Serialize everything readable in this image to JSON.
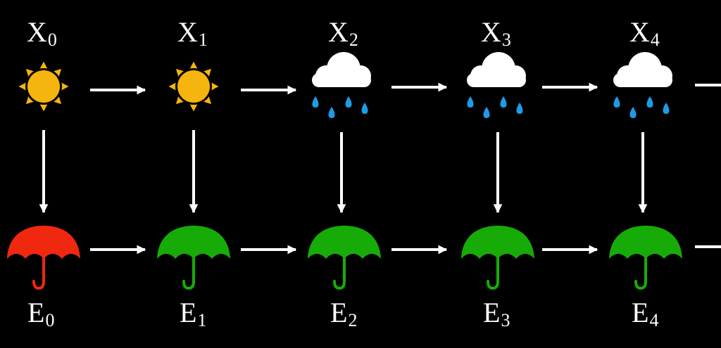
{
  "colors": {
    "background": "#000000",
    "arrow": "#ffffff",
    "sun_fill": "#f6b40e",
    "sun_stroke": "#000000",
    "cloud": "#ffffff",
    "rain": "#1e9be8",
    "umbrella_red": "#f0280f",
    "umbrella_green": "#17ab08"
  },
  "states": [
    {
      "label": "X",
      "sub": "0",
      "weather": "sun-icon"
    },
    {
      "label": "X",
      "sub": "1",
      "weather": "sun-icon"
    },
    {
      "label": "X",
      "sub": "2",
      "weather": "rain-cloud-icon"
    },
    {
      "label": "X",
      "sub": "3",
      "weather": "rain-cloud-icon"
    },
    {
      "label": "X",
      "sub": "4",
      "weather": "rain-cloud-icon"
    }
  ],
  "evidence": [
    {
      "label": "E",
      "sub": "0",
      "umbrella": "red-umbrella-icon"
    },
    {
      "label": "E",
      "sub": "1",
      "umbrella": "green-umbrella-icon"
    },
    {
      "label": "E",
      "sub": "2",
      "umbrella": "green-umbrella-icon"
    },
    {
      "label": "E",
      "sub": "3",
      "umbrella": "green-umbrella-icon"
    },
    {
      "label": "E",
      "sub": "4",
      "umbrella": "green-umbrella-icon"
    }
  ]
}
